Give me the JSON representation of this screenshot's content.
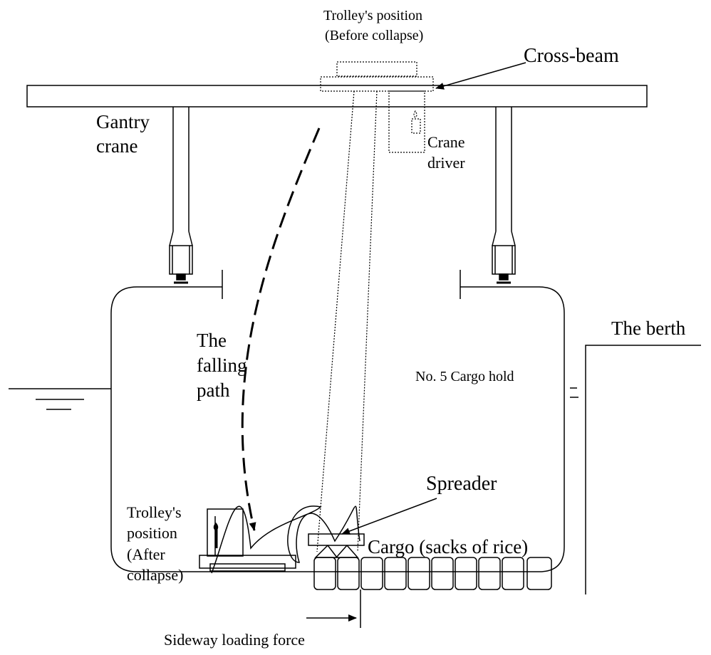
{
  "labels": {
    "trolley_before_line1": "Trolley's position",
    "trolley_before_line2": "(Before collapse)",
    "cross_beam": "Cross-beam",
    "gantry_line1": "Gantry",
    "gantry_line2": "crane",
    "crane_driver_line1": "Crane",
    "crane_driver_line2": "driver",
    "falling_line1": "The",
    "falling_line2": "falling",
    "falling_line3": "path",
    "berth": "The berth",
    "cargo_hold": "No. 5 Cargo hold",
    "spreader": "Spreader",
    "trolley_after_line1": "Trolley's",
    "trolley_after_line2": "position",
    "trolley_after_line3": "(After",
    "trolley_after_line4": "collapse)",
    "cargo": "Cargo (sacks of rice)",
    "sideway_force": "Sideway loading force"
  }
}
